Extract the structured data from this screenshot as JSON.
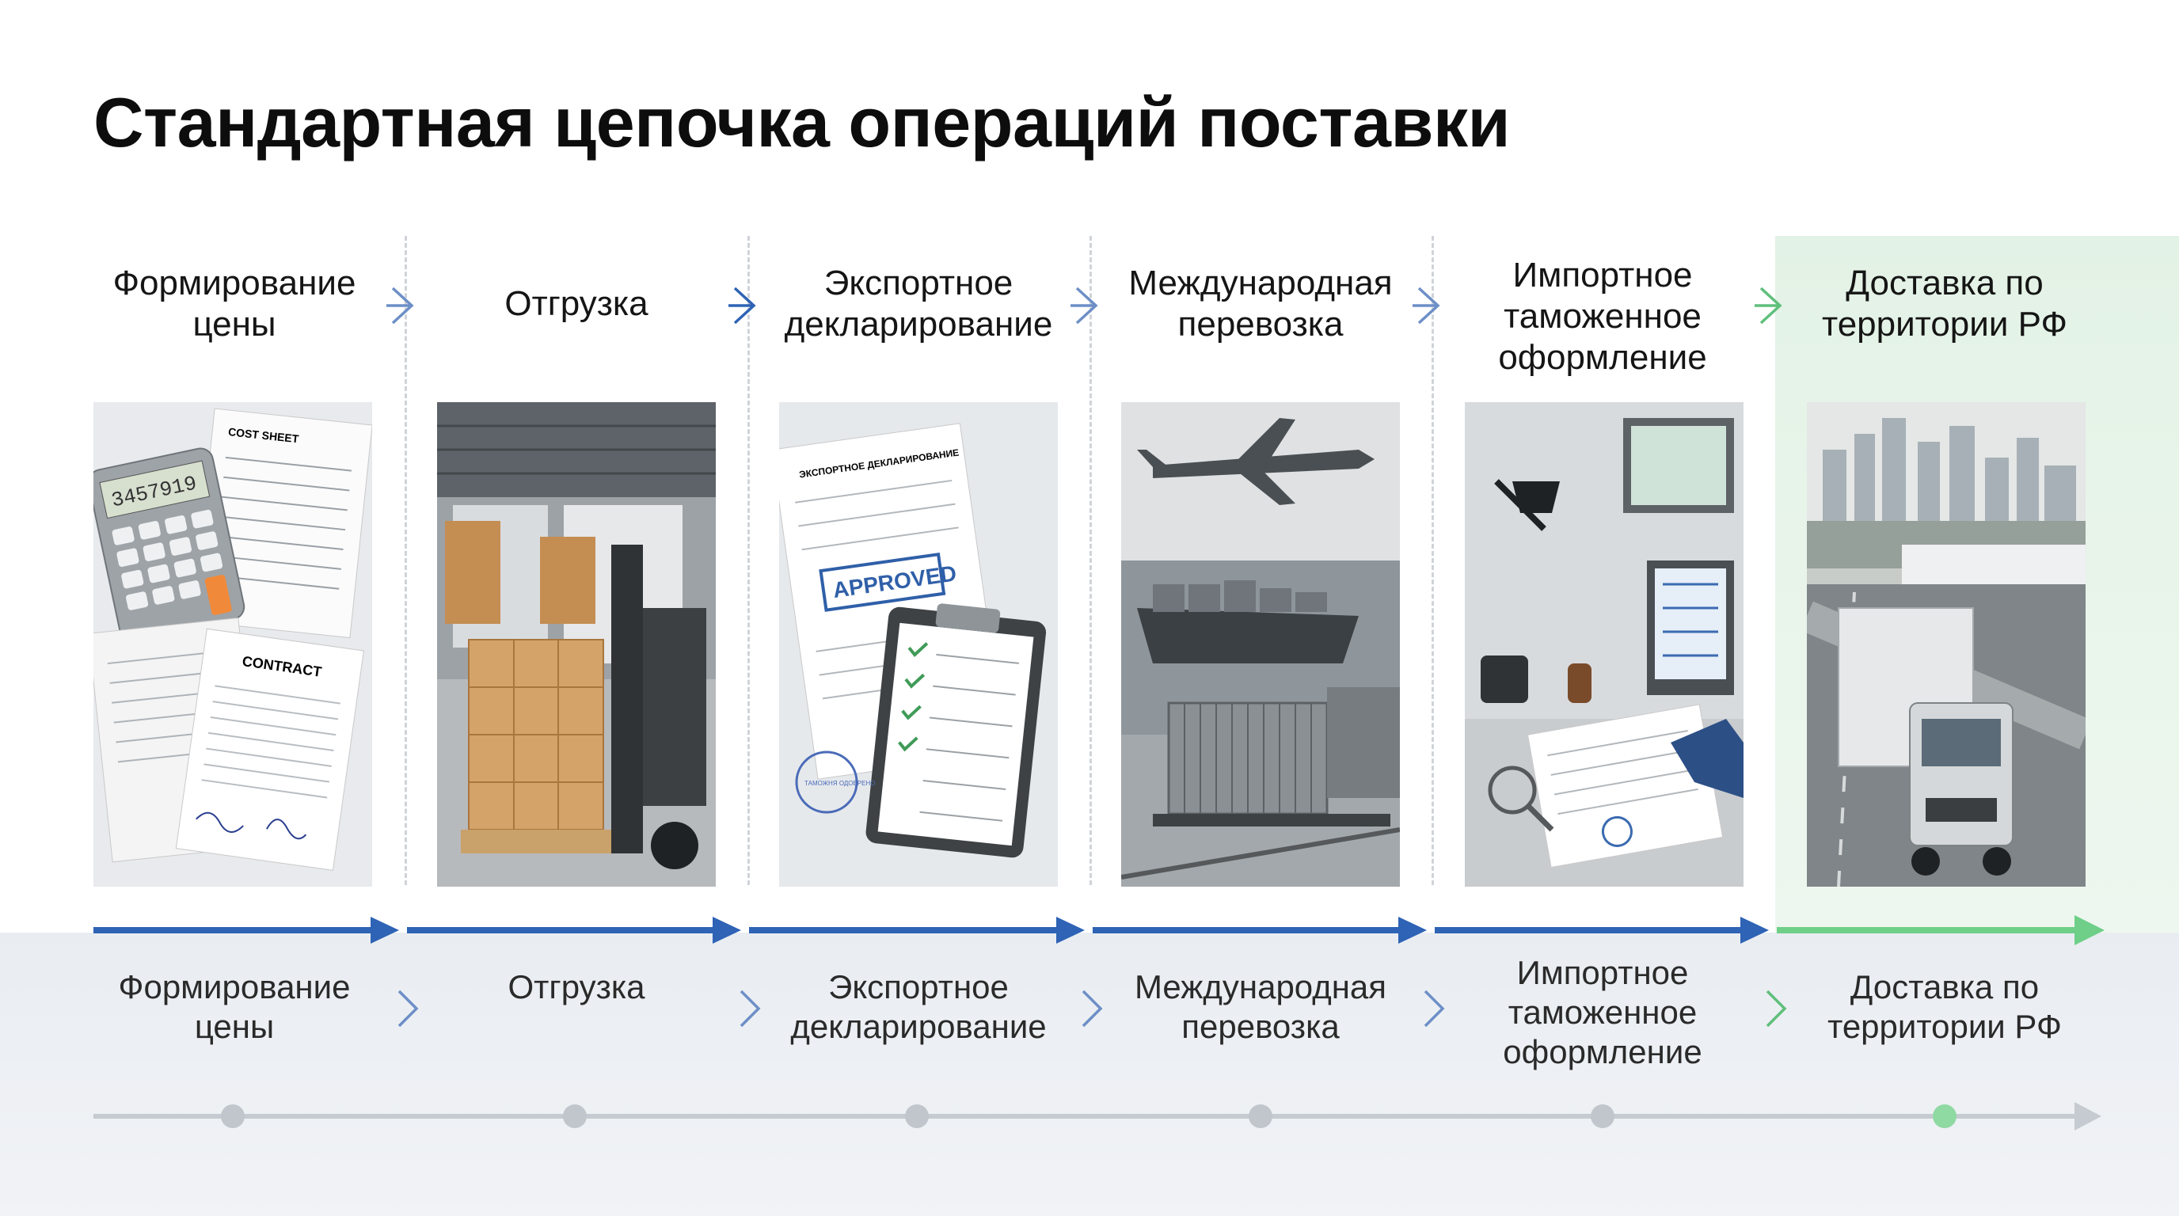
{
  "title": "Стандартная цепочка операций поставки",
  "steps": [
    {
      "label": "Формирование\nцены",
      "image_icon": "calculator-and-contract-icon"
    },
    {
      "label": "Отгрузка",
      "image_icon": "warehouse-forklift-icon"
    },
    {
      "label": "Экспортное\nдекларирование",
      "image_icon": "approved-declaration-icon"
    },
    {
      "label": "Международная\nперевозка",
      "image_icon": "plane-ship-train-icon"
    },
    {
      "label": "Импортное\nтаможенное\nоформление",
      "image_icon": "customs-office-icon"
    },
    {
      "label": "Доставка по\nтерритории РФ",
      "image_icon": "truck-highway-icon",
      "highlight": true
    }
  ],
  "image_text": {
    "cost_sheet": "COST SHEET",
    "contract": "CONTRACT",
    "calculator_display": "3457919",
    "declaration_head": "ЭКСПОРТНОЕ ДЕКЛАРИРОВАНИЕ",
    "approved_stamp": "APPROVED",
    "customs_stamp": "ТАМОЖНЯ ОДОБРЕНО"
  },
  "colors": {
    "accent_blue": "#2e63b5",
    "accent_green": "#6fcf88",
    "timeline_grey": "#c5cbd0"
  }
}
